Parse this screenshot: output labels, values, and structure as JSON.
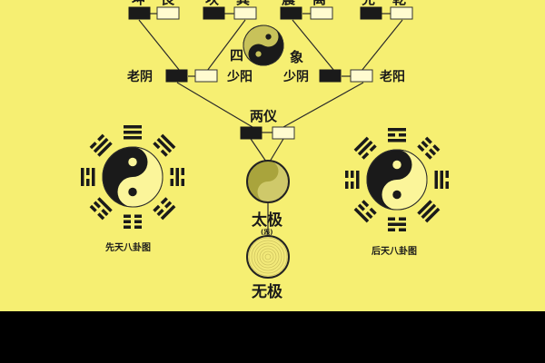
{
  "colors": {
    "background": "#f6ef72",
    "yin": "#1a1a1a",
    "yang": "#fffbd0",
    "taiji_dark": "#a9a43c",
    "taiji_light": "#cfc96a"
  },
  "top_row": {
    "labels": [
      "坤",
      "艮",
      "坎",
      "巽",
      "震",
      "离",
      "兑",
      "乾"
    ]
  },
  "sixiang": {
    "title_left": "四",
    "title_right": "象",
    "labels": [
      "老阴",
      "少阳",
      "少阴",
      "老阳"
    ]
  },
  "liangyi": {
    "label": "两仪"
  },
  "taiji": {
    "label": "太极",
    "sub": "(炁)"
  },
  "wuji": {
    "label": "无极"
  },
  "xiantian": {
    "caption": "先天八卦图",
    "trigrams": [
      "111",
      "011",
      "010",
      "001",
      "000",
      "100",
      "101",
      "110"
    ]
  },
  "houtian": {
    "caption": "后天八卦图",
    "trigrams": [
      "101",
      "000",
      "110",
      "111",
      "010",
      "001",
      "100",
      "011"
    ]
  }
}
